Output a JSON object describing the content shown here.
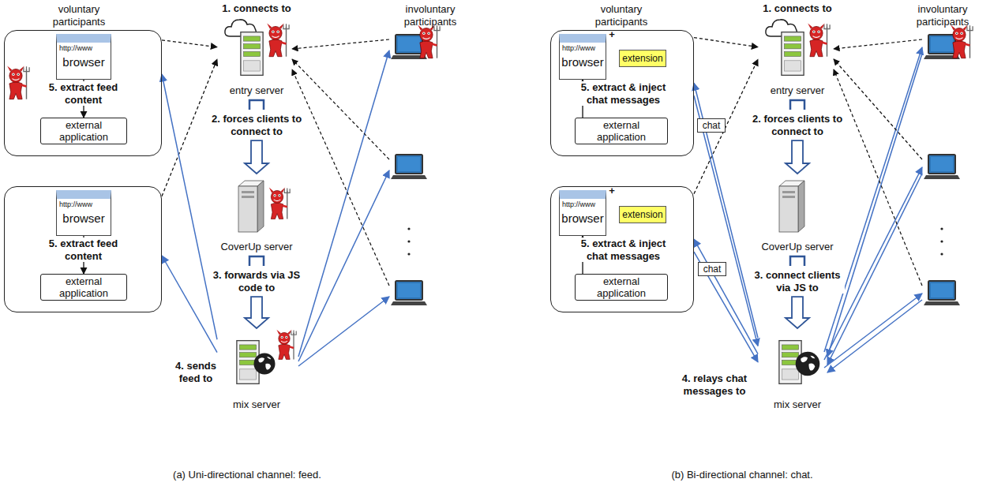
{
  "diagram": {
    "nodes": [
      {
        "text": [
          "5. extract feed content"
        ]
      },
      {
        "text": [
          "http://www",
          "browser"
        ],
        "in": 0
      },
      {
        "text": [
          "external application"
        ],
        "in": 0
      },
      {
        "text": [
          "5. extract feed content"
        ]
      },
      {
        "text": [
          "http://www",
          "browser"
        ],
        "in": 3
      },
      {
        "text": [
          "external application"
        ],
        "in": 3
      },
      {
        "text": [
          "entry server"
        ]
      },
      {
        "text": [
          "CoverUp server"
        ]
      },
      {
        "text": [
          "mix server"
        ]
      },
      {
        "text": [
          "5. extract & inject chat messages"
        ]
      },
      {
        "text": [
          "http://www",
          "browser"
        ],
        "in": 9
      },
      {
        "text": [
          "extension"
        ],
        "in": 9
      },
      {
        "text": [
          "external application"
        ],
        "in": 9
      },
      {
        "text": [
          "5. extract & inject chat messages"
        ]
      },
      {
        "text": [
          "http://www",
          "browser"
        ],
        "in": 13
      },
      {
        "text": [
          "extension"
        ],
        "in": 13
      },
      {
        "text": [
          "external application"
        ],
        "in": 13
      },
      {
        "text": [
          "entry server"
        ]
      },
      {
        "text": [
          "CoverUp server"
        ]
      },
      {
        "text": [
          "mix server"
        ]
      },
      {
        "text": [
          "chat"
        ]
      },
      {
        "text": [
          "chat"
        ]
      }
    ],
    "edges": [
      {
        "from": 1,
        "to": 2,
        "arrow": "to"
      },
      {
        "from": 4,
        "to": 5,
        "arrow": "to"
      },
      {
        "from": 0,
        "to": 6,
        "arrow": "to"
      },
      {
        "from": 3,
        "to": 6,
        "arrow": "to"
      },
      {
        "from": 6,
        "to": 7,
        "label": "2. forces clients to connect to",
        "arrow": "to"
      },
      {
        "from": 7,
        "to": 8,
        "label": "3. forwards via JS code to",
        "arrow": "to"
      },
      {
        "from": 8,
        "to": 0,
        "arrow": "to"
      },
      {
        "from": 8,
        "to": 3,
        "arrow": "to"
      },
      {
        "from": 12,
        "to": 10,
        "arrow": "to"
      },
      {
        "from": 16,
        "to": 14,
        "arrow": "to"
      },
      {
        "from": 9,
        "to": 17,
        "arrow": "to"
      },
      {
        "from": 13,
        "to": 17,
        "arrow": "to"
      },
      {
        "from": 17,
        "to": 18,
        "label": "2. forces clients to connect to",
        "arrow": "to"
      },
      {
        "from": 18,
        "to": 19,
        "label": "3. connect clients via JS to",
        "arrow": "to"
      },
      {
        "from": 19,
        "to": 9,
        "arrow": "to"
      },
      {
        "from": 9,
        "to": 19,
        "arrow": "to"
      },
      {
        "from": 19,
        "to": 13,
        "arrow": "to"
      },
      {
        "from": 13,
        "to": 19,
        "arrow": "to"
      }
    ],
    "labels": [
      "voluntary participants",
      "involuntary participants",
      "1. connects to",
      "4. sends feed to",
      "(a) Uni-directional channel: feed.",
      "voluntary participants",
      "involuntary participants",
      "1. connects to",
      "+",
      "+",
      "4. relays chat messages to",
      "(b) Bi-directional channel: chat."
    ]
  }
}
